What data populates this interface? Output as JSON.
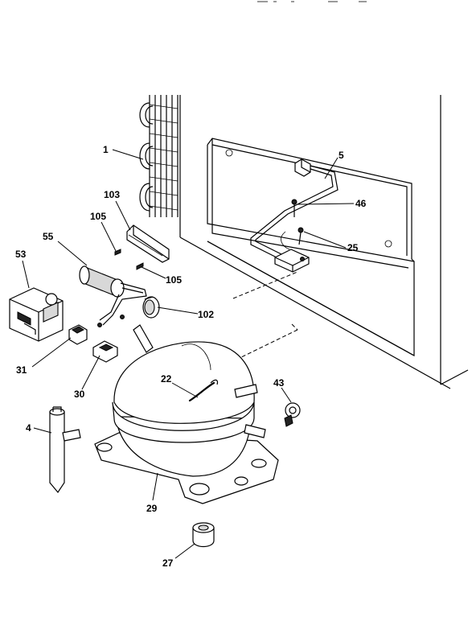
{
  "callouts": {
    "c1": "1",
    "c5": "5",
    "c103": "103",
    "c105a": "105",
    "c46": "46",
    "c55": "55",
    "c53": "53",
    "c25": "25",
    "c105b": "105",
    "c102": "102",
    "c31": "31",
    "c22": "22",
    "c43": "43",
    "c30": "30",
    "c4": "4",
    "c29": "29",
    "c27": "27"
  }
}
